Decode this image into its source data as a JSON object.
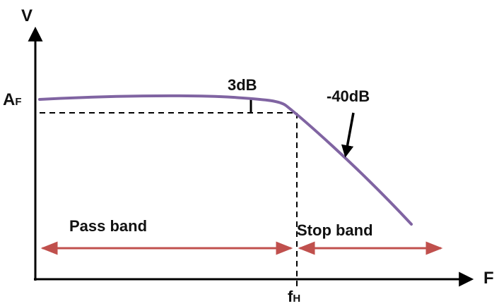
{
  "diagram": {
    "y_axis_label": "V",
    "x_axis_label": "F",
    "gain_label": {
      "main": "A",
      "sub": "F"
    },
    "cutoff_label": {
      "main": "f",
      "sub": "H"
    },
    "drop_label": "3dB",
    "rolloff_label": "-40dB",
    "pass_band_label": "Pass band",
    "stop_band_label": "Stop band"
  },
  "colors": {
    "axis": "#000000",
    "response_curve": "#8064A2",
    "band_arrows": "#C0504D",
    "guides": "#000000"
  }
}
